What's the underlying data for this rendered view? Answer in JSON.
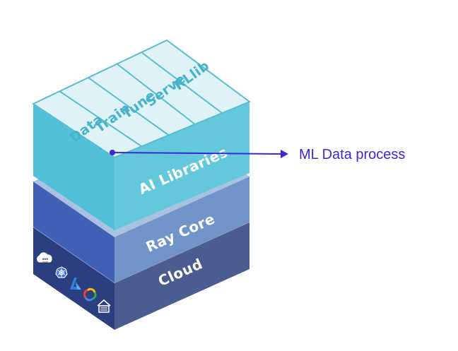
{
  "diagram": {
    "libraries": [
      {
        "label": "Data"
      },
      {
        "label": "Train"
      },
      {
        "label": "Tune"
      },
      {
        "label": "Serve"
      },
      {
        "label": "RLlib"
      }
    ],
    "layers": {
      "ai_libraries": "AI Libraries",
      "ray_core": "Ray Core",
      "cloud": "Cloud"
    },
    "annotation": {
      "label": "ML Data process"
    },
    "cloud_icons": [
      "aws-icon",
      "kubernetes-icon",
      "azure-icon",
      "gcp-icon",
      "on-prem-icon"
    ],
    "colors": {
      "top_face": "#dff3f7",
      "grid_lines": "#5bbccf",
      "library_text": "#48b3cb",
      "ai_left": "#52c0d6",
      "ai_right": "#63c8dc",
      "ray_left": "#4161b6",
      "ray_right": "#7094c7",
      "ray_top": "#a9c2e2",
      "cloud_left": "#2b3f80",
      "cloud_right": "#4b5c91",
      "cloud_top": "#8d9ab8",
      "annotation": "#3b28d4",
      "layer_text": "#ffffff"
    }
  }
}
